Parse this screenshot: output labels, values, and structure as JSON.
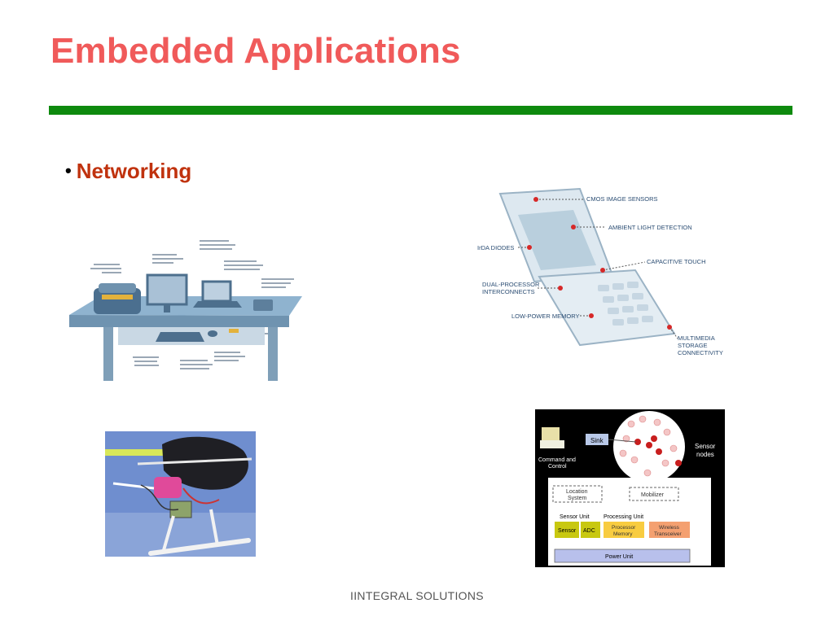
{
  "slide": {
    "title": "Embedded Applications",
    "bullet": "Networking",
    "footer": "IINTEGRAL SOLUTIONS"
  },
  "phone_figure": {
    "callouts": [
      "CMOS IMAGE SENSORS",
      "AMBIENT LIGHT DETECTION",
      "IrDA DIODES",
      "CAPACITIVE TOUCH",
      "DUAL-PROCESSOR",
      "INTERCONNECTS",
      "LOW-POWER MEMORY",
      "MULTIMEDIA",
      "STORAGE",
      "CONNECTIVITY"
    ]
  },
  "sensor_figure": {
    "sink": "Sink",
    "sensor_nodes_1": "Sensor",
    "sensor_nodes_2": "nodes",
    "command_1": "Command and",
    "command_2": "Control",
    "location_1": "Location",
    "location_2": "System",
    "mobilizer": "Mobilizer",
    "sensor_unit": "Sensor Unit",
    "processing_unit": "Processing Unit",
    "sensor": "Sensor",
    "adc": "ADC",
    "processor_1": "Processor",
    "processor_2": "Memory",
    "transceiver_1": "Wireless",
    "transceiver_2": "Transceiver",
    "power_unit": "Power Unit"
  }
}
